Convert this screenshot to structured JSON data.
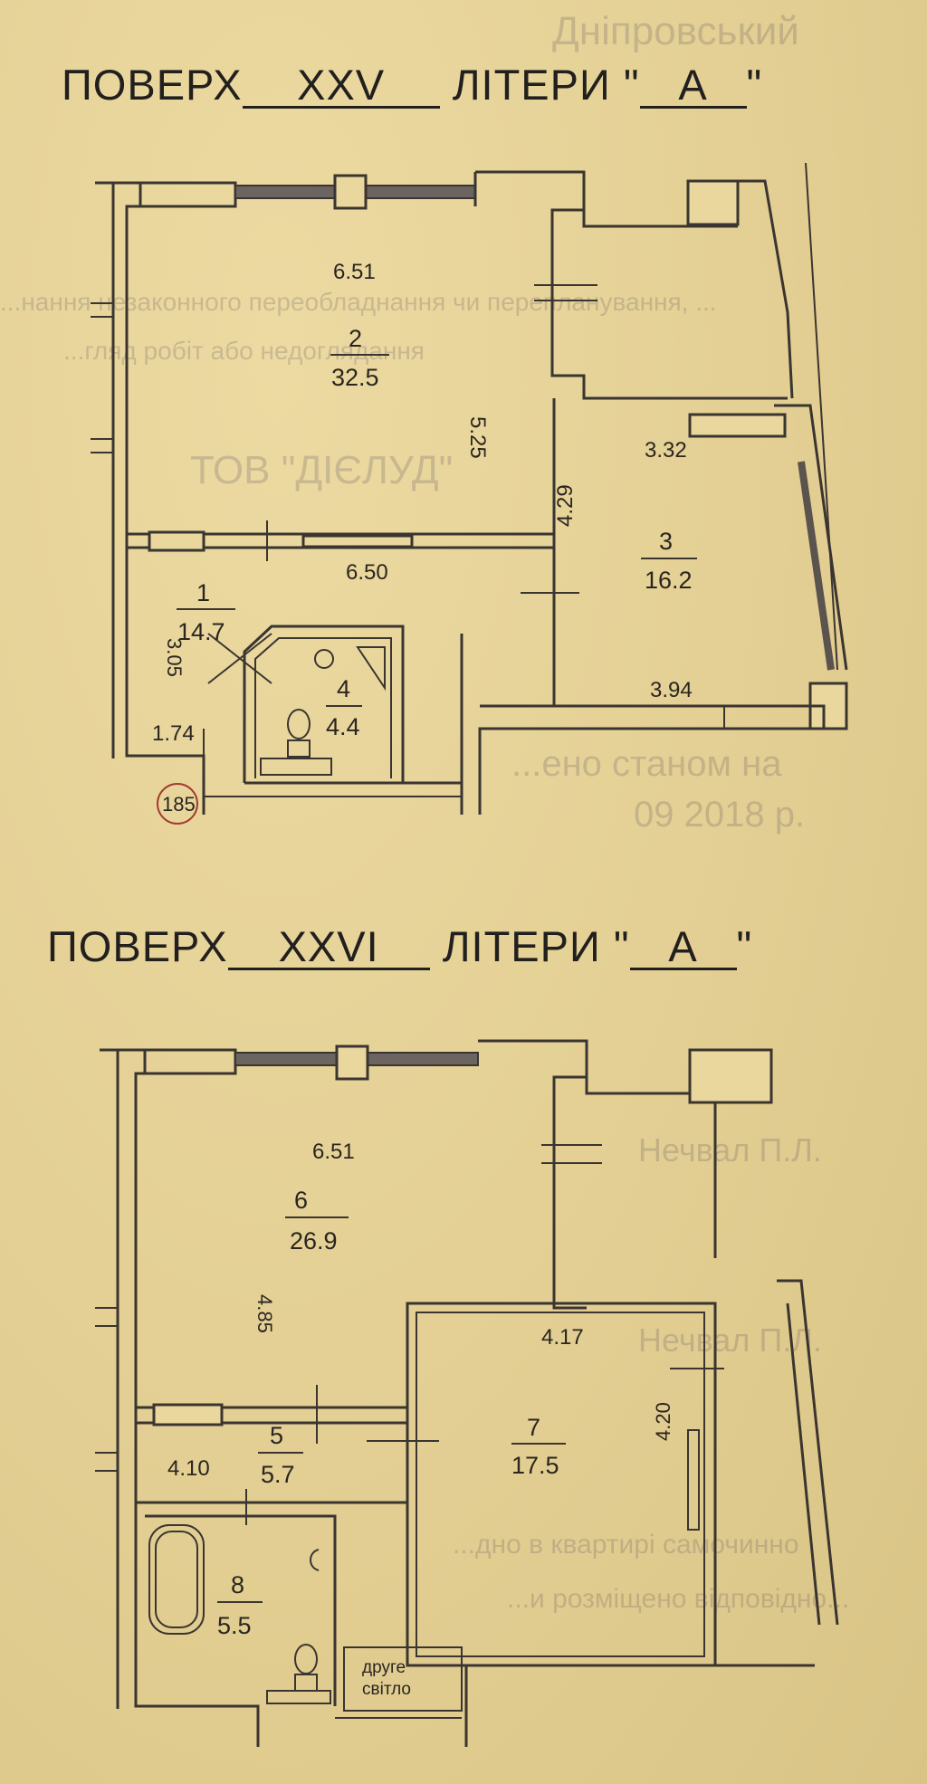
{
  "faint_text": {
    "top_right": "Дніпровський",
    "line1": "...нання незаконного переобладнання чи перепланування, ...",
    "line2": "...гляд робіт або недоглядання",
    "company": "ТОВ \"ДІЄЛУД\"",
    "date_line": "...ено станом на",
    "date_value": "09    2018 р.",
    "name1": "Нечвал П.Л.",
    "name2": "Нечвал П.Л.",
    "bottom1": "...дно в квартирі самочинно",
    "bottom2": "...и розміщено відповідно..."
  },
  "floor_xxv": {
    "label": "ПОВЕРХ",
    "floor": "XXV",
    "letter_label": "ЛІТЕРИ \"",
    "letter": "А",
    "letter_close": "\"",
    "rooms": [
      {
        "number": "2",
        "area": "32.5"
      },
      {
        "number": "1",
        "area": "14.7"
      },
      {
        "number": "3",
        "area": "16.2"
      },
      {
        "number": "4",
        "area": "4.4"
      }
    ],
    "dims": {
      "d651": "6.51",
      "d525": "5.25",
      "d650": "6.50",
      "d429": "4.29",
      "d332": "3.32",
      "d305": "3.05",
      "d394": "3.94",
      "d174": "1.74"
    },
    "stamp": "185"
  },
  "floor_xxvi": {
    "label": "ПОВЕРХ",
    "floor": "XXVI",
    "letter_label": "ЛІТЕРИ \"",
    "letter": "А",
    "letter_close": "\"",
    "rooms": [
      {
        "number": "6",
        "area": "26.9"
      },
      {
        "number": "7",
        "area": "17.5"
      },
      {
        "number": "5",
        "area": "5.7"
      },
      {
        "number": "8",
        "area": "5.5"
      }
    ],
    "dims": {
      "d651": "6.51",
      "d485": "4.85",
      "d417": "4.17",
      "d420": "4.20",
      "d410": "4.10"
    },
    "second_light_1": "друге",
    "second_light_2": "світло"
  }
}
